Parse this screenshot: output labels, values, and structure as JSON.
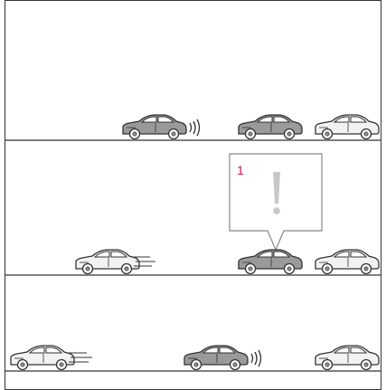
{
  "colors": {
    "background": "#ffffff",
    "border": "#333333",
    "road_line": "#555555",
    "car_fill_light": "#f2f2f2",
    "car_fill_dark": "#9a9a9a",
    "car_outline": "#333333",
    "callout_fill": "#ffffff",
    "callout_stroke": "#888888",
    "alert_mark": "#c8c8c8",
    "label_color": "#c2185b"
  },
  "callout": {
    "label": "1",
    "icon": "exclamation-icon"
  },
  "lanes": [
    {
      "name": "lane-top",
      "cars": [
        {
          "name": "car-own-top",
          "variant": "dark",
          "effect": "sound-waves"
        },
        {
          "name": "car-ahead-1-top",
          "variant": "dark",
          "effect": "none"
        },
        {
          "name": "car-ahead-2-top",
          "variant": "light",
          "effect": "none"
        }
      ]
    },
    {
      "name": "lane-middle",
      "cars": [
        {
          "name": "car-approaching-middle",
          "variant": "light",
          "effect": "speed-lines"
        },
        {
          "name": "car-stopped-middle",
          "variant": "dark",
          "effect": "none"
        },
        {
          "name": "car-ahead-middle",
          "variant": "light",
          "effect": "none"
        }
      ]
    },
    {
      "name": "lane-bottom",
      "cars": [
        {
          "name": "car-approaching-bottom",
          "variant": "light",
          "effect": "speed-lines"
        },
        {
          "name": "car-own-bottom",
          "variant": "dark",
          "effect": "sound-waves"
        },
        {
          "name": "car-ahead-bottom",
          "variant": "light",
          "effect": "none"
        }
      ]
    }
  ]
}
